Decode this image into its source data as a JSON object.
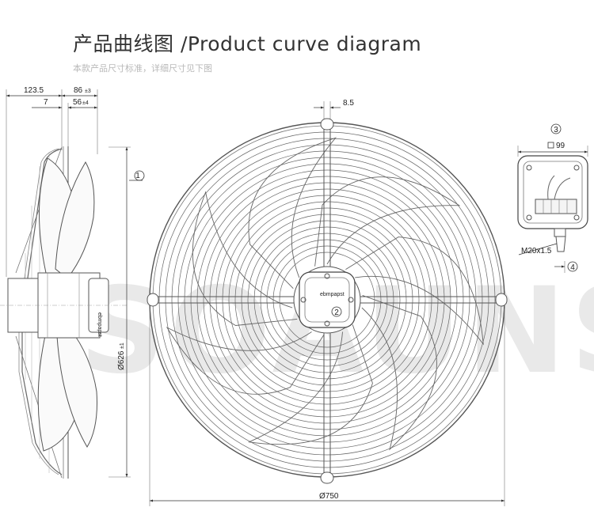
{
  "header": {
    "title": "产品曲线图 /Product curve diagram",
    "subtitle": "本款产品尺寸标准，详细尺寸见下图"
  },
  "watermark": "SOAUNS",
  "side_view": {
    "dims": [
      {
        "label": "123.5",
        "name": "dim-123-5"
      },
      {
        "label": "86",
        "tol": "±3",
        "name": "dim-86"
      },
      {
        "label": "7",
        "name": "dim-7"
      },
      {
        "label": "56",
        "tol": "±4",
        "name": "dim-56"
      },
      {
        "label": "Ø626",
        "tol": "±1",
        "name": "dim-626"
      }
    ],
    "callout": "1",
    "motor_label": "ebmpapst"
  },
  "front_view": {
    "top_dim": "8.5",
    "diameter": "Ø750",
    "callout": "2",
    "hub_label": "ebmpapst"
  },
  "terminal_box": {
    "callout_top": "3",
    "square_dim": "99",
    "thread": "M20x1.5",
    "callout_side": "4"
  },
  "colors": {
    "line": "#555555",
    "text": "#222222",
    "watermark": "#e9e9e9"
  }
}
